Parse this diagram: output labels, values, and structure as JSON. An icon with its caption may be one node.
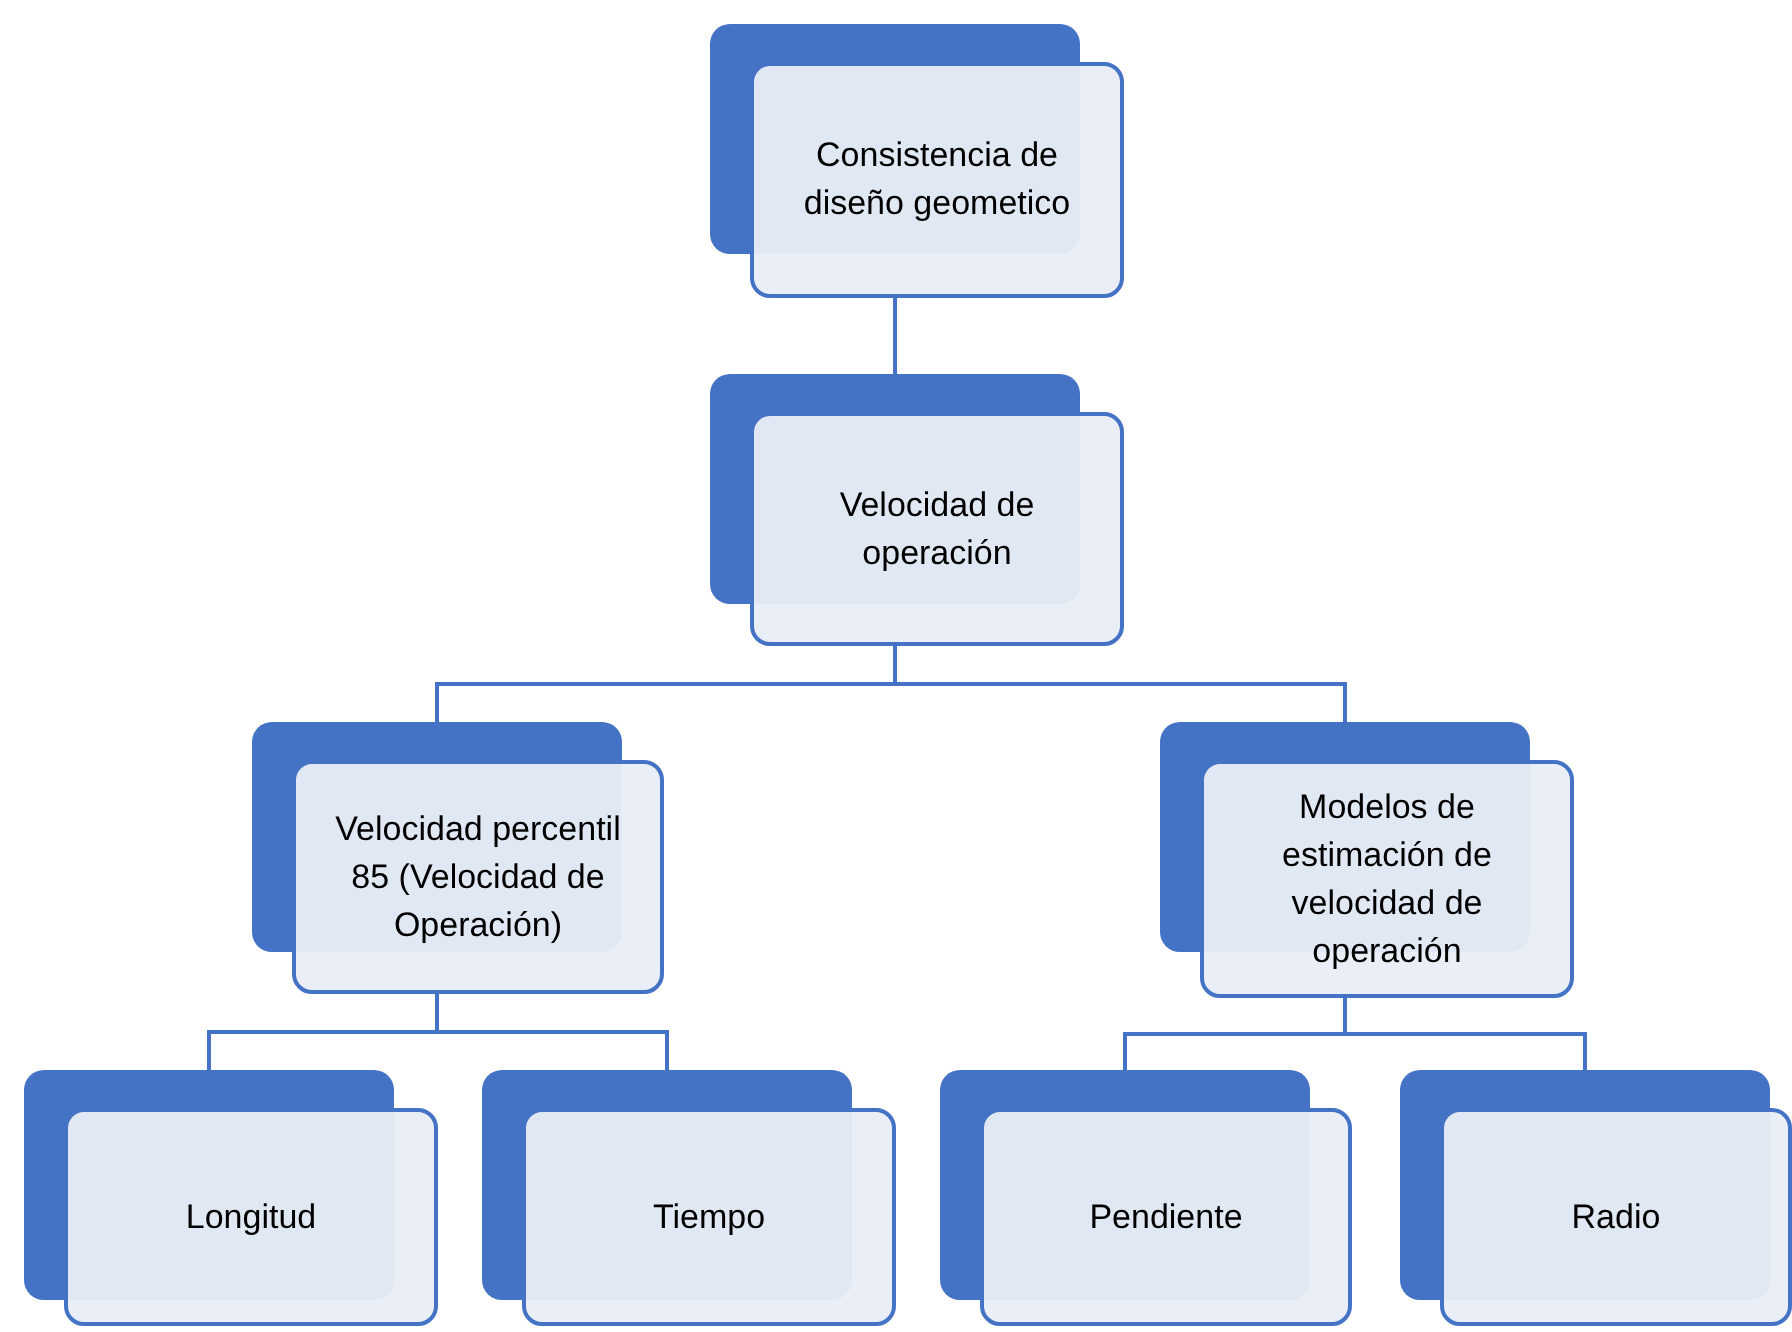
{
  "diagram": {
    "nodes": [
      {
        "text": [
          "Consistencia de diseño geometico"
        ]
      },
      {
        "text": [
          "Velocidad de operación"
        ]
      },
      {
        "text": [
          "Velocidad percentil 85 (Velocidad de Operación)"
        ]
      },
      {
        "text": [
          "Modelos de estimación de velocidad de operación"
        ]
      },
      {
        "text": [
          "Longitud"
        ]
      },
      {
        "text": [
          "Tiempo"
        ]
      },
      {
        "text": [
          "Pendiente"
        ]
      },
      {
        "text": [
          "Radio"
        ]
      }
    ],
    "edges": [
      {
        "from": 0,
        "to": 1,
        "arrow": "none"
      },
      {
        "from": 1,
        "to": 2,
        "arrow": "none"
      },
      {
        "from": 1,
        "to": 3,
        "arrow": "none"
      },
      {
        "from": 2,
        "to": 4,
        "arrow": "none"
      },
      {
        "from": 2,
        "to": 5,
        "arrow": "none"
      },
      {
        "from": 3,
        "to": 6,
        "arrow": "none"
      },
      {
        "from": 3,
        "to": 7,
        "arrow": "none"
      }
    ]
  }
}
